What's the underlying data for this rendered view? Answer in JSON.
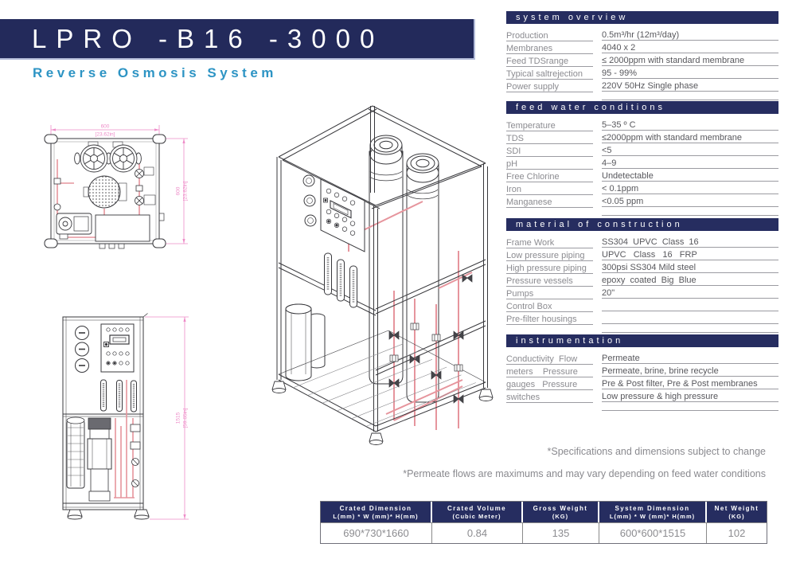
{
  "header": {
    "title": "LPRO -B16 -3000",
    "subtitle": "Reverse Osmosis System"
  },
  "sections": [
    {
      "title": "system overview",
      "rows": [
        {
          "label": "Production",
          "value": "0.5m³/hr (12m³/day)"
        },
        {
          "label": "Membranes",
          "value": "4040 x 2"
        },
        {
          "label": "Feed TDSrange",
          "value": "≤ 2000ppm with standard membrane"
        },
        {
          "label": "Typical saltrejection",
          "value": "95 - 99%"
        },
        {
          "label": "Power supply",
          "value": "220V 50Hz Single phase"
        }
      ]
    },
    {
      "title": "feed water conditions",
      "rows": [
        {
          "label": "Temperature",
          "value": "5–35 º C"
        },
        {
          "label": "TDS",
          "value": "≤2000ppm with standard membrane"
        },
        {
          "label": "SDI",
          "value": "<5"
        },
        {
          "label": "pH",
          "value": "4–9"
        },
        {
          "label": "Free Chlorine",
          "value": "Undetectable"
        },
        {
          "label": "Iron",
          "value": "< 0.1ppm"
        },
        {
          "label": "Manganese",
          "value": "<0.05 ppm"
        }
      ]
    },
    {
      "title": "material of construction",
      "rows": [
        {
          "label": "Frame Work",
          "value": "SS304  UPVC  Class  16"
        },
        {
          "label": "Low pressure piping",
          "value": "UPVC   Class   16   FRP"
        },
        {
          "label": "High pressure piping",
          "value": "300psi SS304 Mild steel"
        },
        {
          "label": "Pressure vessels",
          "value": "epoxy  coated  Big  Blue"
        },
        {
          "label": "Pumps",
          "value": "20\""
        },
        {
          "label": "Control Box",
          "value": ""
        },
        {
          "label": "Pre-filter housings",
          "value": ""
        }
      ]
    },
    {
      "title": "instrumentation",
      "rows": [
        {
          "label": "Conductivity  Flow",
          "value": "Permeate"
        },
        {
          "label": "meters    Pressure",
          "value": "Permeate, brine, brine recycle"
        },
        {
          "label": "gauges   Pressure",
          "value": "Pre & Post filter, Pre & Post membranes"
        },
        {
          "label": "switches",
          "value": "Low pressure & high pressure"
        }
      ]
    }
  ],
  "notes": [
    "*Specifications and dimensions subject to change",
    "*Permeate flows are maximums and may vary depending on feed water conditions"
  ],
  "bottom_table": {
    "columns": [
      {
        "title": "Crated Dimension",
        "subtitle": "L(mm) * W (mm)* H(mm)",
        "value": "690*730*1660"
      },
      {
        "title": "Crated Volume",
        "subtitle": "(Cubic Meter)",
        "value": "0.84"
      },
      {
        "title": "Gross Weight",
        "subtitle": "(KG)",
        "value": "135"
      },
      {
        "title": "System Dimension",
        "subtitle": "L(mm) * W (mm)* H(mm)",
        "value": "600*600*1515"
      },
      {
        "title": "Net Weight",
        "subtitle": "(KG)",
        "value": "102"
      }
    ]
  },
  "drawings": {
    "top_view": {
      "width_value": "600",
      "width_inches": "[23.62in]",
      "height_value": "600",
      "height_inches": "[23.62in]"
    },
    "front_view": {
      "height_value": "1515",
      "height_inches": "[59.65in]"
    }
  },
  "colors": {
    "navy": "#242b5e",
    "accent_teal": "#2d94c4",
    "dimension_pink": "#ee8cc8",
    "pipe_red": "#e6959d",
    "label_gray": "#8b8b90",
    "value_gray": "#57575c"
  }
}
